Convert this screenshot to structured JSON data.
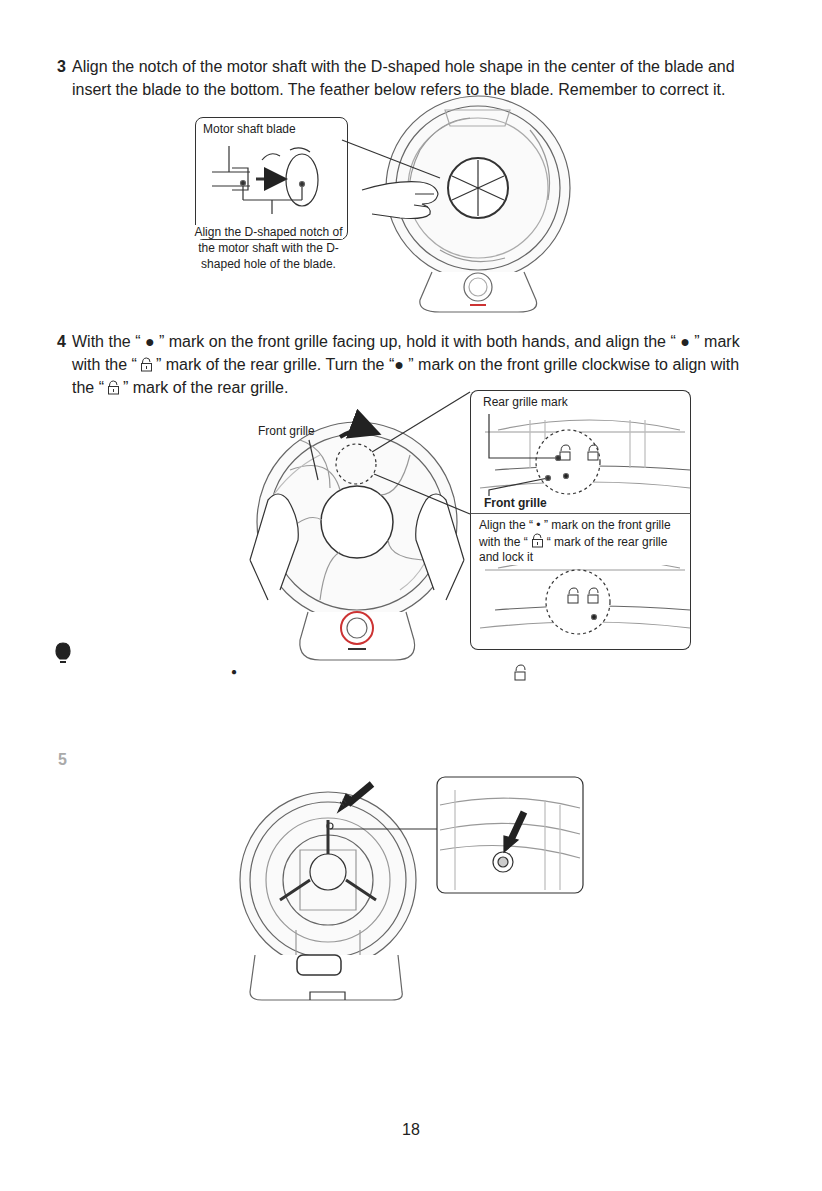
{
  "diagram": {
    "nodes": [
      {
        "text": [
          "Motor shaft blade",
          "Align the D-shaped notch of the motor shaft with the D-shaped hole of the blade."
        ]
      },
      {
        "text": [
          "Rear grille mark",
          "Front grille"
        ]
      },
      {
        "text": [
          "Align the “ • ” mark on the front grille with the “",
          "“ mark of the rear grille and lock it"
        ]
      }
    ],
    "labels": [
      "3",
      "Align the notch of the motor shaft with the D-shaped hole shape in the center of the blade and insert the blade to the bottom. The feather below refers to the blade. Remember to correct it.",
      "4",
      "With the “ ● ” mark on the front grille facing up, hold it with both hands, and align the “ ● ” mark with the “",
      "” mark of the rear grille. Turn the “● ” mark on the front grille clockwise to align with the “",
      "” mark of the rear grille.",
      "Front grille",
      "●",
      "5",
      "18"
    ]
  }
}
